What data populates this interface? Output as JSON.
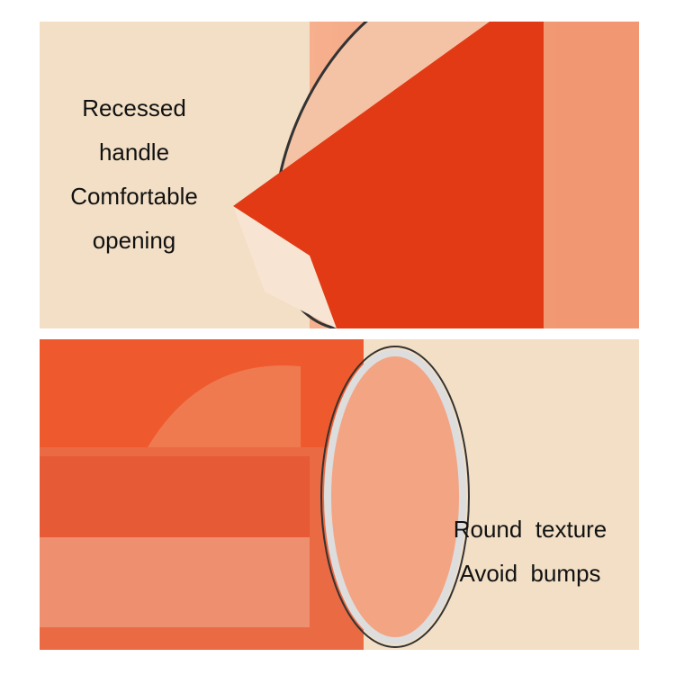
{
  "panels": [
    {
      "caption_lines": [
        "Recessed",
        "handle",
        "Comfortable",
        "opening"
      ]
    },
    {
      "caption_lines": [
        "Round  texture",
        "Avoid  bumps"
      ]
    }
  ],
  "colors": {
    "background": "#f2dfc6",
    "product_orange": "#e8502a",
    "product_light": "#f3a483"
  }
}
